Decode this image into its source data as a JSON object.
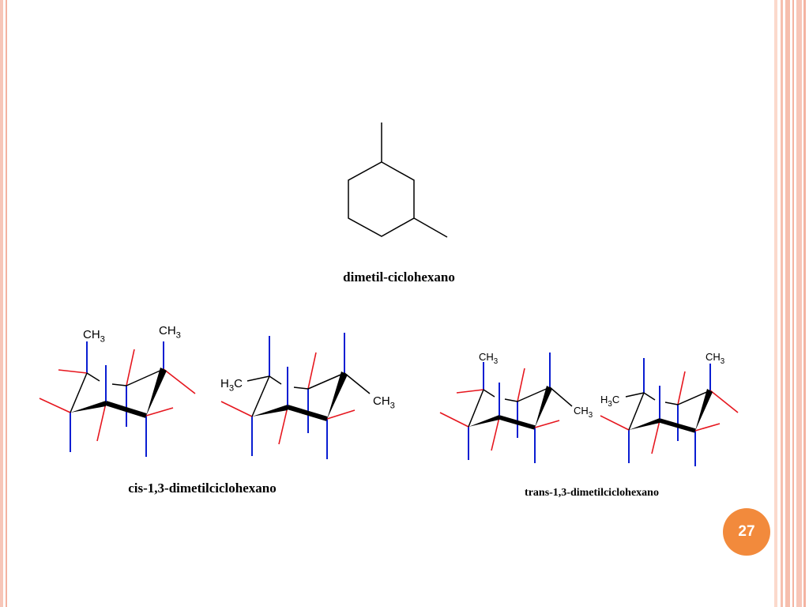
{
  "slide": {
    "page_number": "27",
    "accent_color": "#f28a3c",
    "frame_color": "#f4b3a1"
  },
  "structure_top": {
    "caption": "dimetil-ciclohexano"
  },
  "cis_group": {
    "caption": "cis-1,3-dimetilciclohexano",
    "conformer_1": {
      "label_left": "CH3",
      "label_right": "CH3"
    },
    "conformer_2": {
      "label_left": "H3C",
      "label_right": "CH3"
    }
  },
  "trans_group": {
    "caption": "trans-1,3-dimetilciclohexano",
    "conformer_1": {
      "label_left": "CH3",
      "label_right": "CH3"
    },
    "conformer_2": {
      "label_left": "H3C",
      "label_right": "CH3"
    }
  },
  "colors": {
    "axial_bond": "#0a1ed2",
    "equatorial_bond": "#e6161e",
    "ring_bond": "#000000"
  }
}
